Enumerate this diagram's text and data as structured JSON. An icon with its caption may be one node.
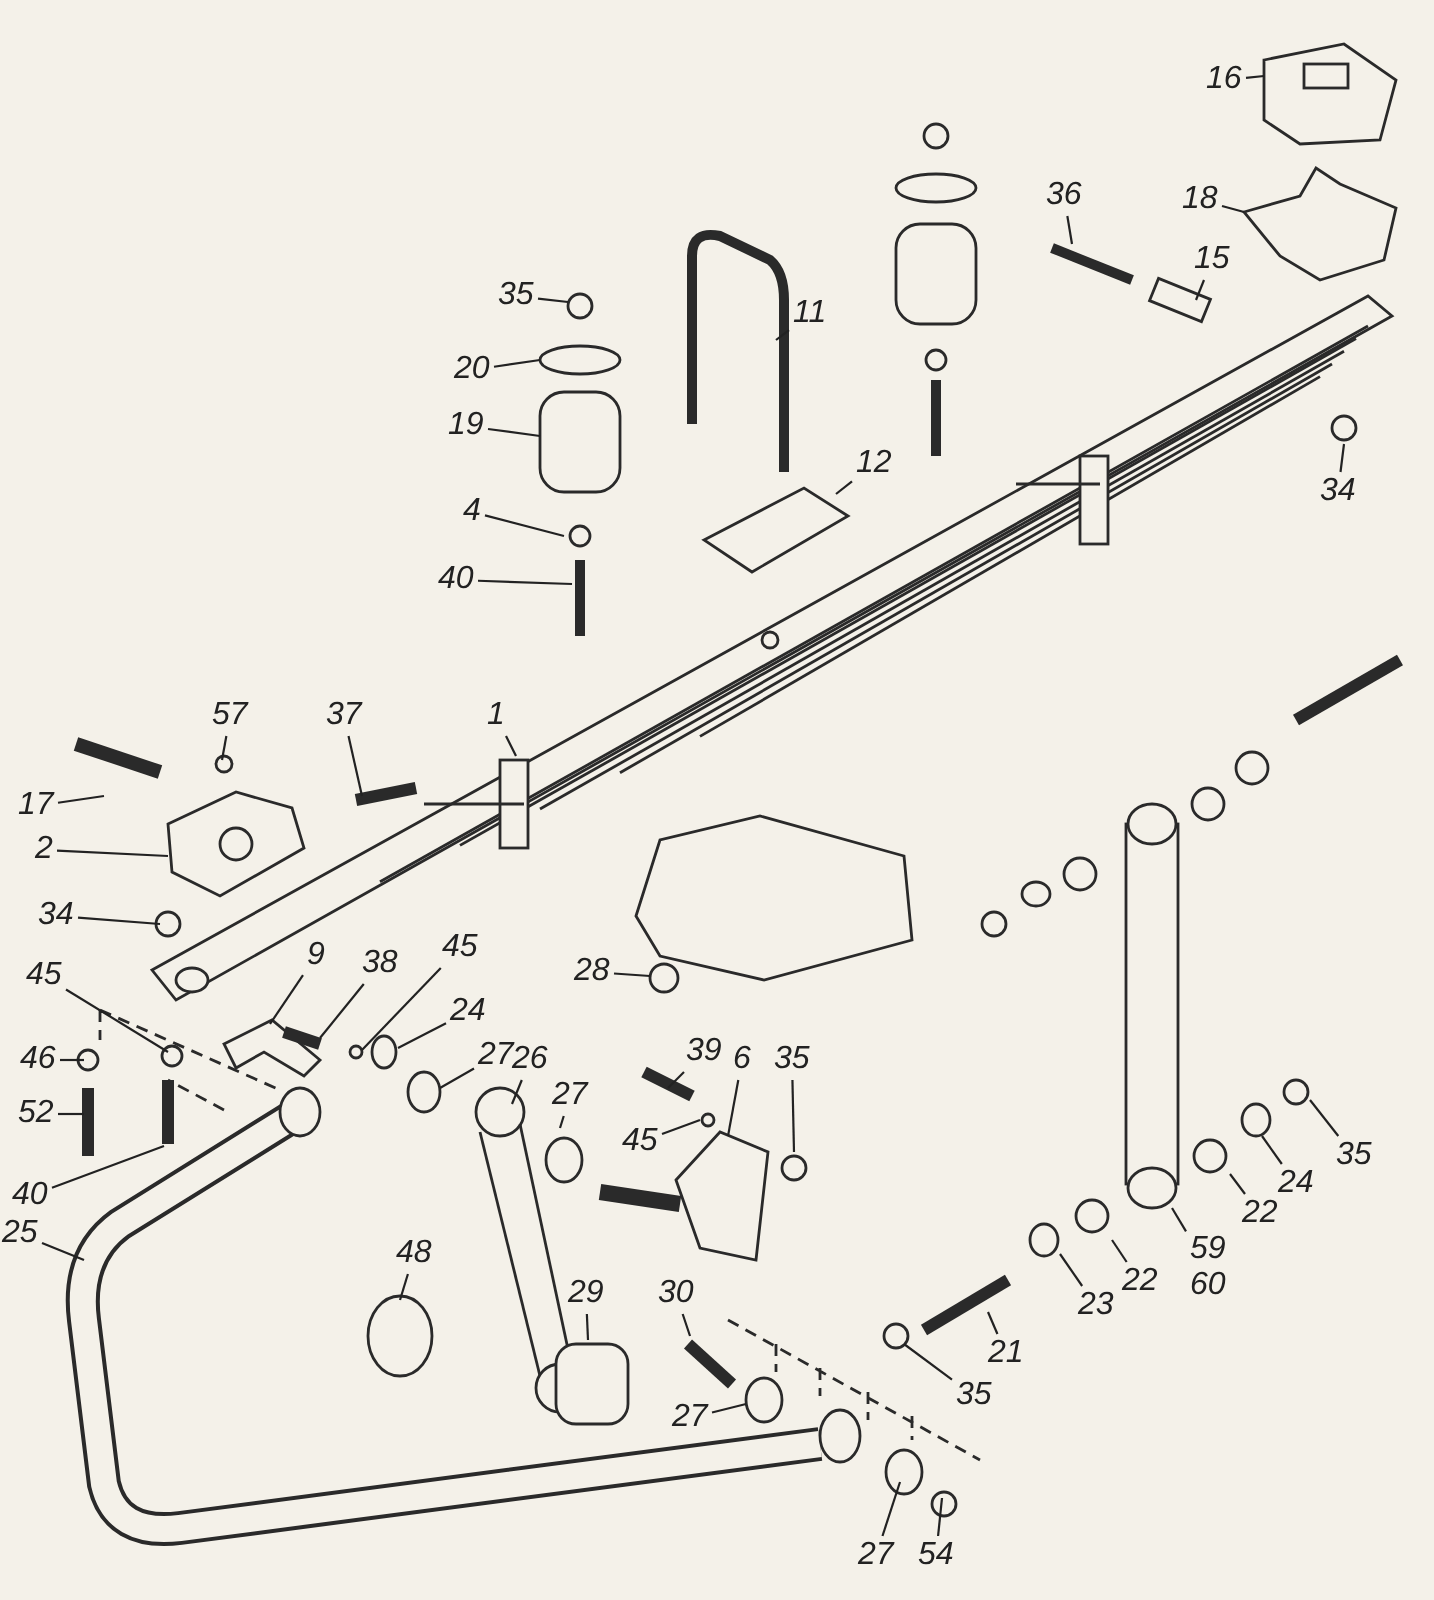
{
  "diagram": {
    "nodes": [
      {
        "text": [
          "16"
        ]
      },
      {
        "text": [
          "18"
        ]
      },
      {
        "text": [
          "36"
        ]
      },
      {
        "text": [
          "15"
        ]
      },
      {
        "text": [
          "35"
        ]
      },
      {
        "text": [
          "11"
        ]
      },
      {
        "text": [
          "20"
        ]
      },
      {
        "text": [
          "19"
        ]
      },
      {
        "text": [
          "34"
        ]
      },
      {
        "text": [
          "12"
        ]
      },
      {
        "text": [
          "4"
        ]
      },
      {
        "text": [
          "40"
        ]
      },
      {
        "text": [
          "57"
        ]
      },
      {
        "text": [
          "37"
        ]
      },
      {
        "text": [
          "1"
        ]
      },
      {
        "text": [
          "17"
        ]
      },
      {
        "text": [
          "2"
        ]
      },
      {
        "text": [
          "34"
        ]
      },
      {
        "text": [
          "28"
        ]
      },
      {
        "text": [
          "45"
        ]
      },
      {
        "text": [
          "9"
        ]
      },
      {
        "text": [
          "38"
        ]
      },
      {
        "text": [
          "45"
        ]
      },
      {
        "text": [
          "24"
        ]
      },
      {
        "text": [
          "27"
        ]
      },
      {
        "text": [
          "26"
        ]
      },
      {
        "text": [
          "46"
        ]
      },
      {
        "text": [
          "39"
        ]
      },
      {
        "text": [
          "27"
        ]
      },
      {
        "text": [
          "6"
        ]
      },
      {
        "text": [
          "35"
        ]
      },
      {
        "text": [
          "45"
        ]
      },
      {
        "text": [
          "52"
        ]
      },
      {
        "text": [
          "40"
        ]
      },
      {
        "text": [
          "25"
        ]
      },
      {
        "text": [
          "35"
        ]
      },
      {
        "text": [
          "24"
        ]
      },
      {
        "text": [
          "22"
        ]
      },
      {
        "text": [
          "59",
          "60"
        ]
      },
      {
        "text": [
          "48"
        ]
      },
      {
        "text": [
          "29"
        ]
      },
      {
        "text": [
          "30"
        ]
      },
      {
        "text": [
          "22"
        ]
      },
      {
        "text": [
          "23"
        ]
      },
      {
        "text": [
          "21"
        ]
      },
      {
        "text": [
          "35"
        ]
      },
      {
        "text": [
          "27"
        ]
      },
      {
        "text": [
          "27"
        ]
      },
      {
        "text": [
          "54"
        ]
      }
    ],
    "edges": [
      {
        "from": 0,
        "to": null,
        "arrow": "none"
      },
      {
        "from": 1,
        "to": null,
        "arrow": "none"
      },
      {
        "from": 2,
        "to": null,
        "arrow": "none"
      },
      {
        "from": 3,
        "to": null,
        "arrow": "none"
      },
      {
        "from": 4,
        "to": null,
        "arrow": "none"
      },
      {
        "from": 5,
        "to": null,
        "arrow": "none"
      },
      {
        "from": 6,
        "to": null,
        "arrow": "none"
      },
      {
        "from": 7,
        "to": null,
        "arrow": "none"
      },
      {
        "from": 8,
        "to": null,
        "arrow": "none"
      },
      {
        "from": 9,
        "to": null,
        "arrow": "none"
      },
      {
        "from": 10,
        "to": null,
        "arrow": "none"
      },
      {
        "from": 11,
        "to": null,
        "arrow": "none"
      },
      {
        "from": 12,
        "to": null,
        "arrow": "none"
      },
      {
        "from": 13,
        "to": null,
        "arrow": "none"
      },
      {
        "from": 14,
        "to": null,
        "arrow": "none"
      },
      {
        "from": 15,
        "to": null,
        "arrow": "none"
      },
      {
        "from": 16,
        "to": null,
        "arrow": "none"
      },
      {
        "from": 17,
        "to": null,
        "arrow": "none"
      },
      {
        "from": 18,
        "to": null,
        "arrow": "none"
      },
      {
        "from": 19,
        "to": null,
        "arrow": "none"
      },
      {
        "from": 20,
        "to": null,
        "arrow": "none"
      },
      {
        "from": 21,
        "to": null,
        "arrow": "none"
      },
      {
        "from": 22,
        "to": null,
        "arrow": "none"
      },
      {
        "from": 23,
        "to": null,
        "arrow": "none"
      },
      {
        "from": 24,
        "to": null,
        "arrow": "none"
      },
      {
        "from": 25,
        "to": null,
        "arrow": "none"
      },
      {
        "from": 26,
        "to": null,
        "arrow": "none"
      },
      {
        "from": 27,
        "to": null,
        "arrow": "none"
      },
      {
        "from": 28,
        "to": null,
        "arrow": "none"
      },
      {
        "from": 29,
        "to": null,
        "arrow": "none"
      },
      {
        "from": 30,
        "to": null,
        "arrow": "none"
      },
      {
        "from": 31,
        "to": null,
        "arrow": "none"
      },
      {
        "from": 32,
        "to": null,
        "arrow": "none"
      },
      {
        "from": 33,
        "to": null,
        "arrow": "none"
      },
      {
        "from": 34,
        "to": null,
        "arrow": "none"
      },
      {
        "from": 35,
        "to": null,
        "arrow": "none"
      },
      {
        "from": 36,
        "to": null,
        "arrow": "none"
      },
      {
        "from": 37,
        "to": null,
        "arrow": "none"
      },
      {
        "from": 38,
        "to": null,
        "arrow": "none"
      },
      {
        "from": 39,
        "to": null,
        "arrow": "none"
      },
      {
        "from": 40,
        "to": null,
        "arrow": "none"
      },
      {
        "from": 41,
        "to": null,
        "arrow": "none"
      },
      {
        "from": 42,
        "to": null,
        "arrow": "none"
      },
      {
        "from": 43,
        "to": null,
        "arrow": "none"
      },
      {
        "from": 44,
        "to": null,
        "arrow": "none"
      },
      {
        "from": 45,
        "to": null,
        "arrow": "none"
      },
      {
        "from": 46,
        "to": null,
        "arrow": "none"
      },
      {
        "from": 47,
        "to": null,
        "arrow": "none"
      },
      {
        "from": 48,
        "to": null,
        "arrow": "none"
      }
    ]
  }
}
